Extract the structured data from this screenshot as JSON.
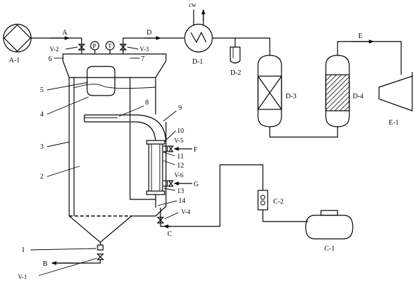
{
  "streams": {
    "A": "A",
    "B": "B",
    "C": "C",
    "D": "D",
    "E": "E",
    "F": "F",
    "G": "G",
    "cw": "cw"
  },
  "equipment": {
    "A1": "A-1",
    "C1": "C-1",
    "C2": "C-2",
    "D1": "D-1",
    "D2": "D-2",
    "D3": "D-3",
    "D4": "D-4",
    "E1": "E-1"
  },
  "valves": {
    "V1": "V-1",
    "V2": "V-2",
    "V3": "V-3",
    "V4": "V-4",
    "V5": "V-5",
    "V6": "V-6"
  },
  "instruments": {
    "pressure": "P",
    "temperature": "T"
  },
  "callouts": {
    "n1": "1",
    "n2": "2",
    "n3": "3",
    "n4": "4",
    "n5": "5",
    "n6": "6",
    "n7": "7",
    "n8": "8",
    "n9": "9",
    "n10": "10",
    "n11": "11",
    "n12": "12",
    "n13": "13",
    "n14": "14"
  }
}
